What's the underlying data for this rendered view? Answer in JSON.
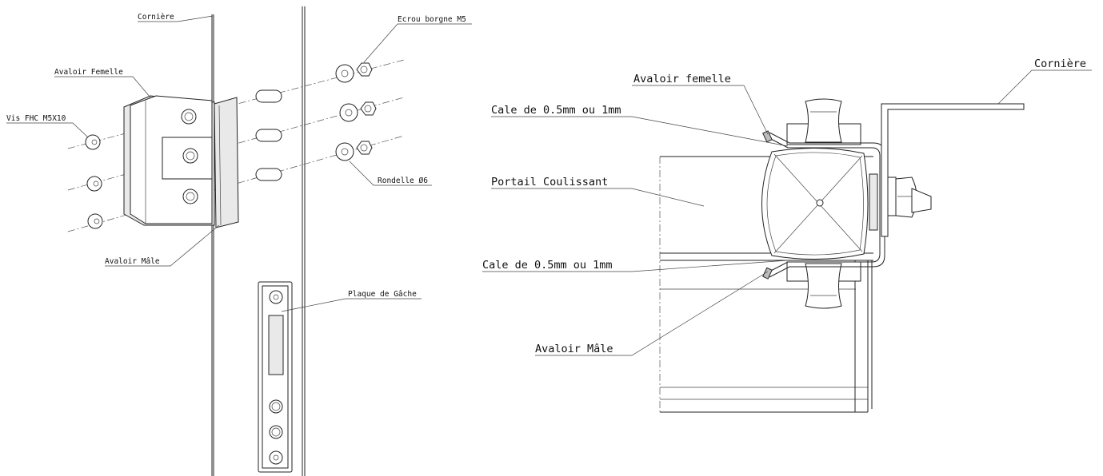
{
  "left_view": {
    "labels": {
      "corniere": "Cornière",
      "ecrou": "Ecrou borgne M5",
      "avaloir_femelle": "Avaloir Femelle",
      "vis": "Vis FHC M5X10",
      "rondelle": "Rondelle Ø6",
      "avaloir_male": "Avaloir Mâle",
      "plaque": "Plaque de Gâche"
    }
  },
  "right_view": {
    "labels": {
      "corniere": "Cornière",
      "avaloir_femelle": "Avaloir femelle",
      "cale_top": "Cale de 0.5mm ou 1mm",
      "portail": "Portail Coulissant",
      "cale_bottom": "Cale de 0.5mm ou 1mm",
      "avaloir_male": "Avaloir Mâle"
    }
  }
}
